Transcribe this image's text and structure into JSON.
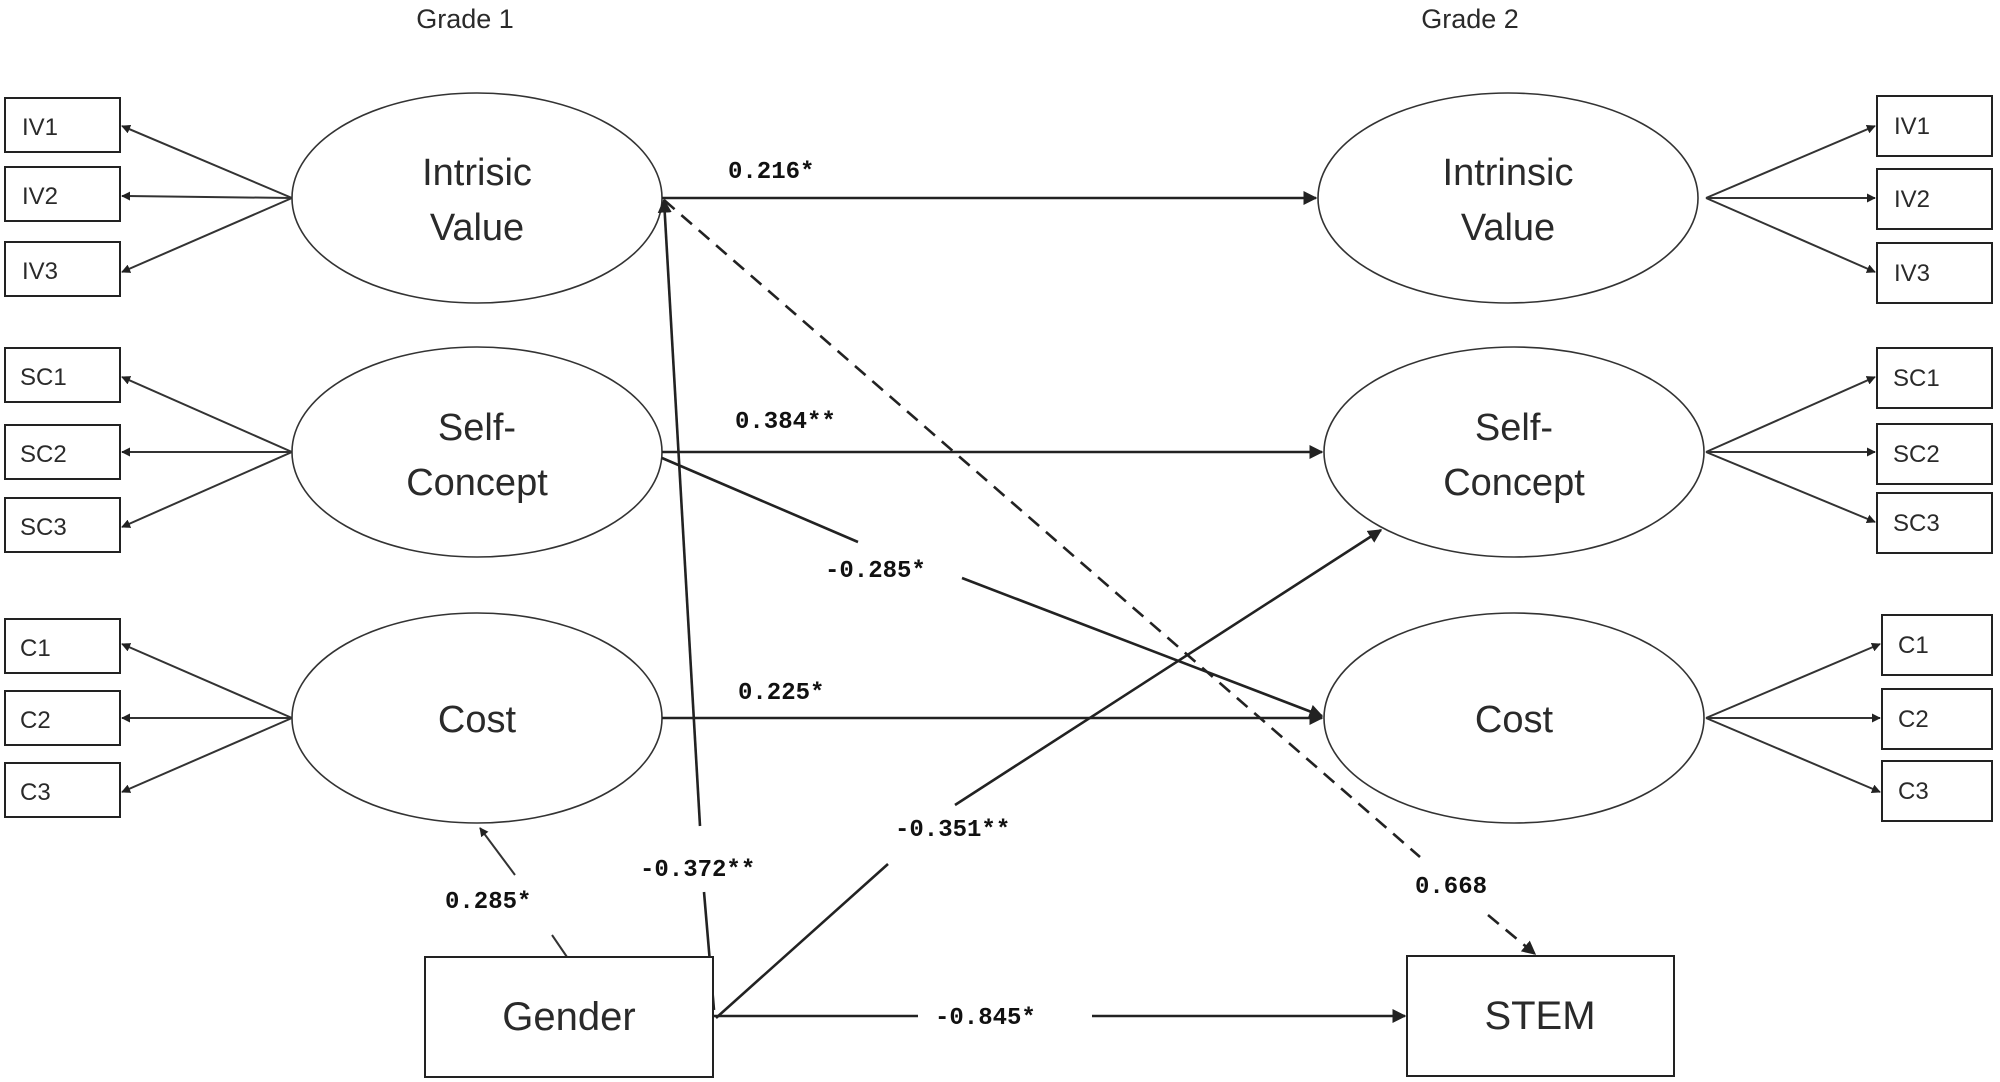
{
  "headers": {
    "left": "Grade 1",
    "right": "Grade 2"
  },
  "latents_left": {
    "iv": [
      "Intrisic",
      "Value"
    ],
    "sc": [
      "Self-",
      "Concept"
    ],
    "cost": [
      "Cost"
    ]
  },
  "latents_right": {
    "iv": [
      "Intrinsic",
      "Value"
    ],
    "sc": [
      "Self-",
      "Concept"
    ],
    "cost": [
      "Cost"
    ]
  },
  "indicators_left": {
    "iv": [
      "IV1",
      "IV2",
      "IV3"
    ],
    "sc": [
      "SC1",
      "SC2",
      "SC3"
    ],
    "cost": [
      "C1",
      "C2",
      "C3"
    ]
  },
  "indicators_right": {
    "iv": [
      "IV1",
      "IV2",
      "IV3"
    ],
    "sc": [
      "SC1",
      "SC2",
      "SC3"
    ],
    "cost": [
      "C1",
      "C2",
      "C3"
    ]
  },
  "observed": {
    "gender": "Gender",
    "stem": "STEM"
  },
  "paths": {
    "iv_iv": "0.216*",
    "sc_sc": "0.384**",
    "sc_cost": "-0.285*",
    "cost_cost": "0.225*",
    "gender_sc": "-0.351**",
    "gender_iv": "-0.372**",
    "gender_cost": "0.285*",
    "iv_stem": "0.668",
    "gender_stem": "-0.845*"
  }
}
